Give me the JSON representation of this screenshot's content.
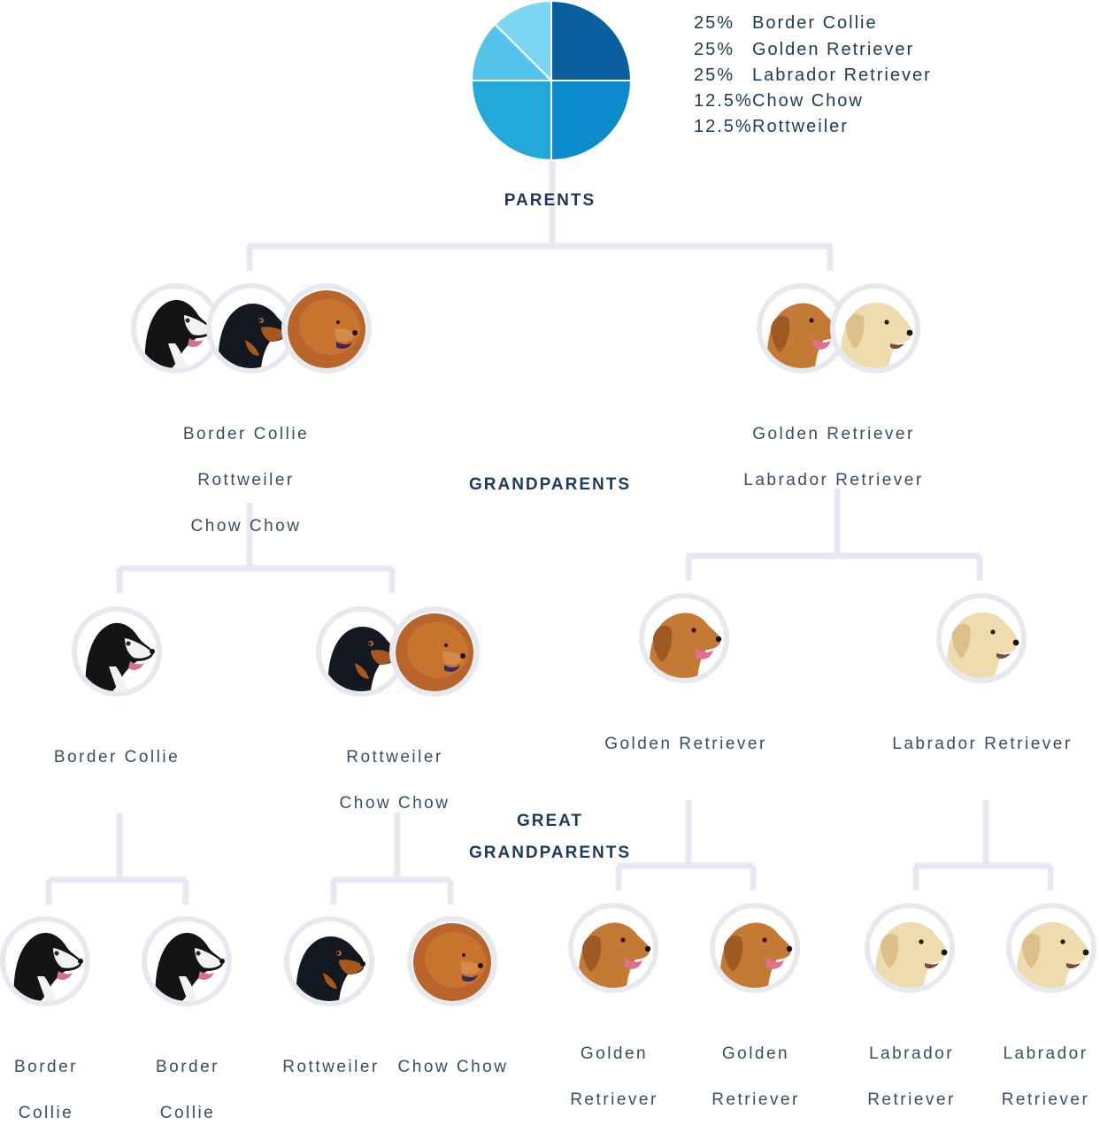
{
  "pie": {
    "slices": [
      {
        "breed": "Border Collie",
        "percent": 25,
        "color": "#0a5f9e"
      },
      {
        "breed": "Golden Retriever",
        "percent": 25,
        "color": "#0b8bcb"
      },
      {
        "breed": "Labrador Retriever",
        "percent": 25,
        "color": "#23a8dc"
      },
      {
        "breed": "Chow Chow",
        "percent": 12.5,
        "color": "#54c4ea"
      },
      {
        "breed": "Rottweiler",
        "percent": 12.5,
        "color": "#7cd6f3"
      }
    ]
  },
  "legend": [
    {
      "pct": "25%",
      "name": "Border Collie"
    },
    {
      "pct": "25%",
      "name": "Golden Retriever"
    },
    {
      "pct": "25%",
      "name": "Labrador Retriever"
    },
    {
      "pct": "12.5%",
      "name": "Chow Chow"
    },
    {
      "pct": "12.5%",
      "name": "Rottweiler"
    }
  ],
  "labels": {
    "parents": "PARENTS",
    "grandparents": "GRANDPARENTS",
    "great_1": "GREAT",
    "great_2": "GRANDPARENTS"
  },
  "parents": [
    {
      "names": [
        "Border Collie",
        "Rottweiler",
        "Chow Chow"
      ]
    },
    {
      "names": [
        "Golden Retriever",
        "Labrador Retriever"
      ]
    }
  ],
  "grandparents": [
    {
      "names": [
        "Border Collie"
      ]
    },
    {
      "names": [
        "Rottweiler",
        "Chow Chow"
      ]
    },
    {
      "names": [
        "Golden Retriever"
      ]
    },
    {
      "names": [
        "Labrador Retriever"
      ]
    }
  ],
  "great_grandparents": [
    {
      "names": [
        "Border",
        "Collie"
      ]
    },
    {
      "names": [
        "Border",
        "Collie"
      ]
    },
    {
      "names": [
        "Rottweiler"
      ]
    },
    {
      "names": [
        "Chow Chow"
      ]
    },
    {
      "names": [
        "Golden",
        "Retriever"
      ]
    },
    {
      "names": [
        "Golden",
        "Retriever"
      ]
    },
    {
      "names": [
        "Labrador",
        "Retriever"
      ]
    },
    {
      "names": [
        "Labrador",
        "Retriever"
      ]
    }
  ],
  "colors": {
    "connector": "#e6e9ef",
    "avatar_ring": "#e6e9ef",
    "text": "#1e3a56"
  }
}
